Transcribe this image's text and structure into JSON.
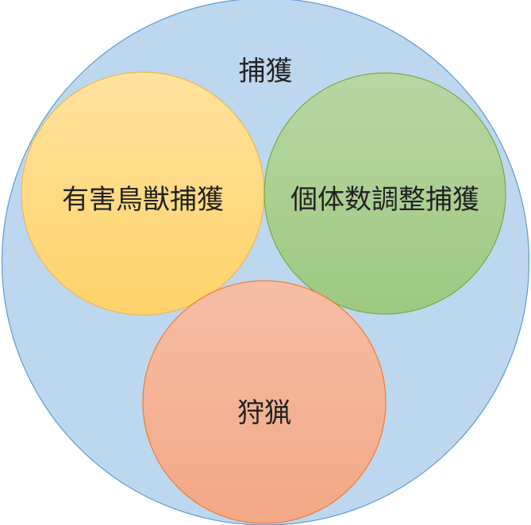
{
  "outer": {
    "label": "捕獲",
    "fill": "#bdd7ee",
    "stroke": "#5b9bd5"
  },
  "circles": [
    {
      "id": "yugai",
      "label": "有害鳥獣捕獲",
      "fill_top": "#ffe29d",
      "fill_bottom": "#ffd36b",
      "stroke": "#f0b94c"
    },
    {
      "id": "kotai",
      "label": "個体数調整捕獲",
      "fill_top": "#b7d6a3",
      "fill_bottom": "#9ec982",
      "stroke": "#70ad47"
    },
    {
      "id": "shuryo",
      "label": "狩猟",
      "fill_top": "#f5bda6",
      "fill_bottom": "#f4a886",
      "stroke": "#ed7d31"
    }
  ]
}
